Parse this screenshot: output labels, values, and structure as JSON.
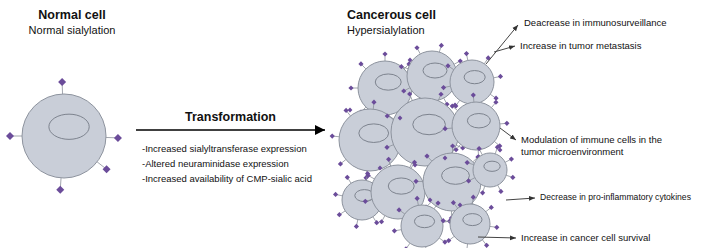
{
  "diagram": {
    "nodes": [
      {
        "text": [
          "Normal cell",
          "Normal sialylation"
        ]
      },
      {
        "text": [
          "Cancerous cell",
          "Hypersialylation"
        ]
      }
    ],
    "edges": [
      {
        "from": 0,
        "to": 1,
        "arrow": "to",
        "label": "Transformation"
      }
    ],
    "labels": [
      "-Increased sialyltransferase expression",
      "-Altered neuraminidase expression",
      "-Increased availability of CMP-sialic acid",
      "Deacrease in immunosurveillance",
      "Increase in tumor metastasis",
      "Modulation of immune cells in the tumor microenvironment",
      "Decrease in pro-inflammatory cytokines",
      "Increase in cancer cell survival"
    ]
  }
}
